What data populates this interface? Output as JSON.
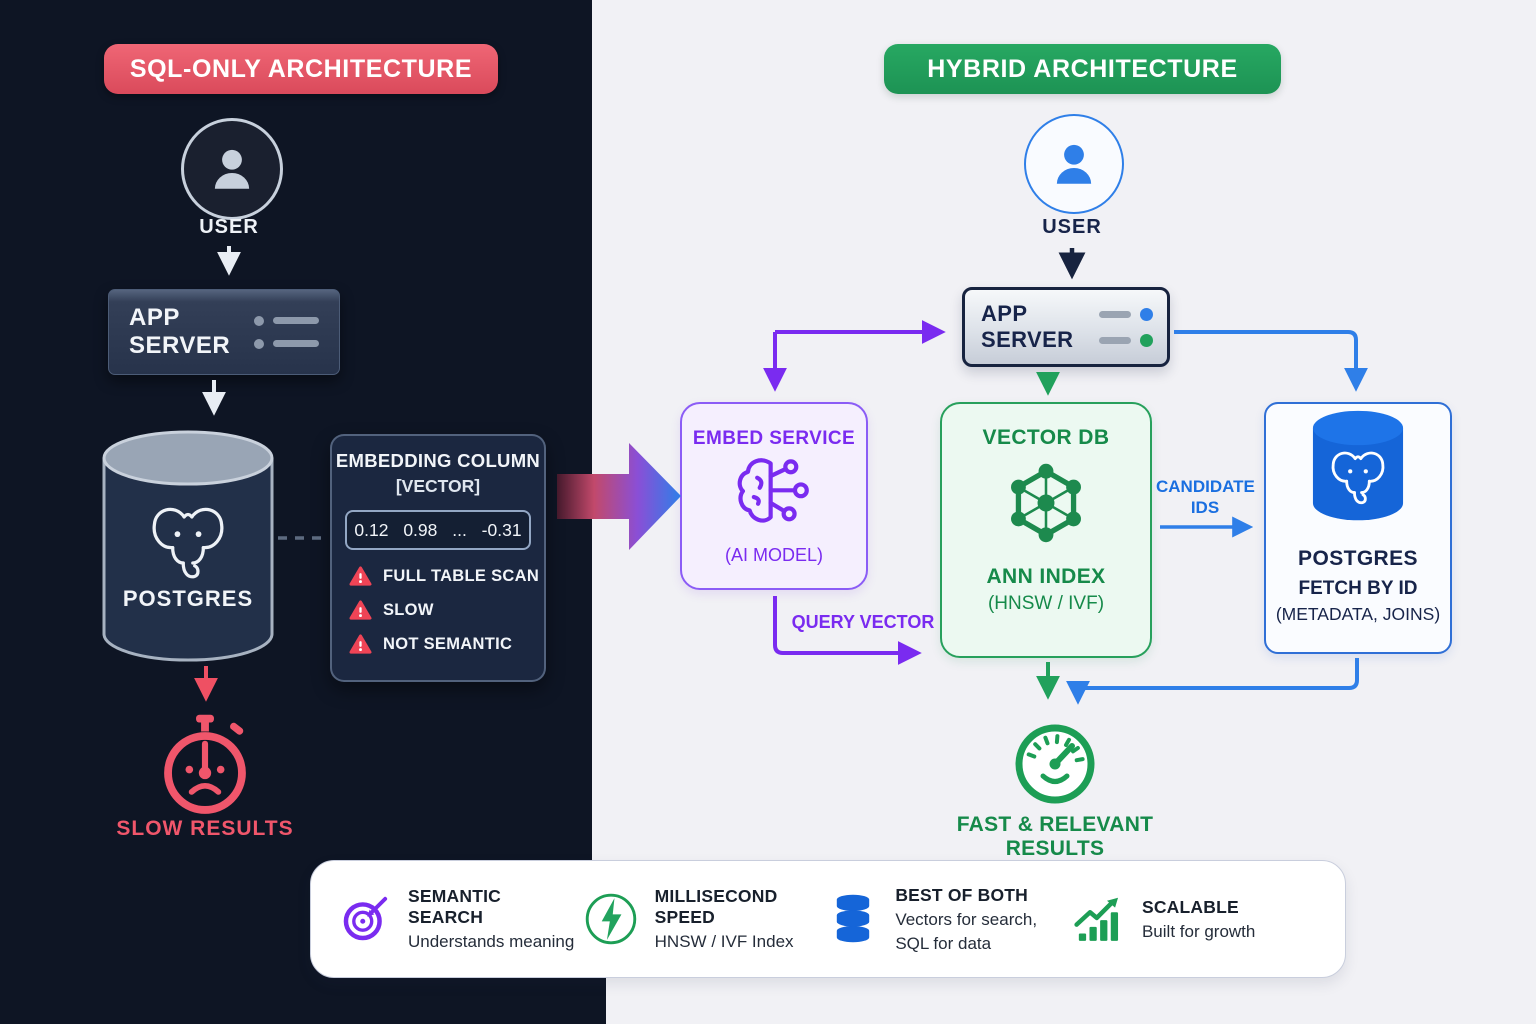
{
  "colors": {
    "sql_accent": "#e8556a",
    "hybrid_accent": "#21a15c",
    "blue": "#2f7fe8",
    "purple": "#7a2bf0",
    "green": "#168a4a",
    "navy": "#17244a"
  },
  "left": {
    "title": "SQL-ONLY ARCHITECTURE",
    "user": "USER",
    "app_server": "APP SERVER",
    "postgres": "POSTGRES",
    "embedding_panel": {
      "title": "EMBEDDING COLUMN",
      "subtitle": "[VECTOR]",
      "vector_values": [
        "0.12",
        "0.98",
        "...",
        "-0.31"
      ],
      "warnings": [
        "FULL TABLE SCAN",
        "SLOW",
        "NOT SEMANTIC"
      ]
    },
    "result": "SLOW RESULTS"
  },
  "right": {
    "title": "HYBRID ARCHITECTURE",
    "user": "USER",
    "app_server": "APP SERVER",
    "embed_service": {
      "title": "EMBED SERVICE",
      "subtitle": "(AI MODEL)"
    },
    "vector_db": {
      "title": "VECTOR DB",
      "line1": "ANN INDEX",
      "line2": "(HNSW / IVF)"
    },
    "postgres": {
      "title": "POSTGRES",
      "line1": "FETCH BY ID",
      "line2": "(METADATA, JOINS)"
    },
    "flow_labels": {
      "query_vector": "QUERY VECTOR",
      "candidate_ids_line1": "CANDIDATE",
      "candidate_ids_line2": "IDS"
    },
    "result": "FAST & RELEVANT RESULTS"
  },
  "legend": {
    "items": [
      {
        "icon": "target-icon",
        "title": "SEMANTIC SEARCH",
        "subtitle": "Understands meaning"
      },
      {
        "icon": "lightning-icon",
        "title": "MILLISECOND SPEED",
        "subtitle": "HNSW / IVF Index"
      },
      {
        "icon": "database-icon",
        "title": "BEST OF BOTH",
        "subtitle": "Vectors for search,",
        "subtitle2": "SQL for data"
      },
      {
        "icon": "growth-chart-icon",
        "title": "SCALABLE",
        "subtitle": "Built for growth"
      }
    ]
  }
}
